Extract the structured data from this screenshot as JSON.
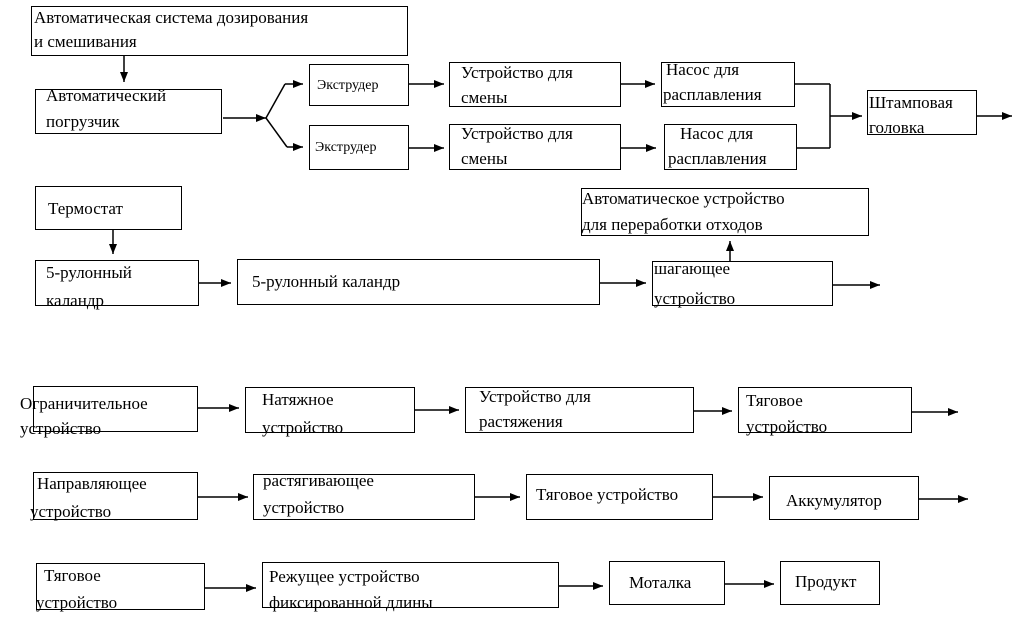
{
  "nodes": {
    "dosing": {
      "l1": "Автоматическая система дозирования",
      "l2": "и смешивания"
    },
    "loader": {
      "l1": "Автоматический",
      "l2": "погрузчик"
    },
    "extruder1": {
      "l1": "Экструдер"
    },
    "extruder2": {
      "l1": "Экструдер"
    },
    "changer1": {
      "l1": "Устройство для",
      "l2": "смены"
    },
    "changer2": {
      "l1": "Устройство для",
      "l2": "смены"
    },
    "pump1": {
      "l1": "Насос для",
      "l2": "расплавления"
    },
    "pump2": {
      "l1": "Насос для",
      "l2": "расплавления"
    },
    "die": {
      "l1": "Штамповая",
      "l2": "головка"
    },
    "thermostat": {
      "l1": "Термостат"
    },
    "calender1": {
      "l1": "5-рулонный",
      "l2": "каландр"
    },
    "calender2": {
      "l1": "5-рулонный каландр"
    },
    "waste": {
      "l1": "Автоматическое устройство",
      "l2": "для переработки отходов"
    },
    "walking": {
      "l1": "шагающее",
      "l2": "устройство"
    },
    "limiter": {
      "l1": "Ограничительное",
      "l2": "устройство"
    },
    "tension": {
      "l1": "Натяжное",
      "l2": "устройство"
    },
    "stretch1": {
      "l1": "Устройство для",
      "l2": "растяжения"
    },
    "traction1": {
      "l1": "Тяговое",
      "l2": "устройство"
    },
    "guide": {
      "l1": "Направляющее",
      "l2": "устройство"
    },
    "stretch2": {
      "l1": "растягивающее",
      "l2": "устройство"
    },
    "traction2": {
      "l1": "Тяговое устройство"
    },
    "accumulator": {
      "l1": "Аккумулятор"
    },
    "traction3": {
      "l1": "Тяговое",
      "l2": "устройство"
    },
    "cutter": {
      "l1": "Режущее устройство",
      "l2": "фиксированной длины"
    },
    "winder": {
      "l1": "Моталка"
    },
    "product": {
      "l1": "Продукт"
    }
  },
  "colors": {
    "stroke": "#000000",
    "background": "#ffffff"
  }
}
